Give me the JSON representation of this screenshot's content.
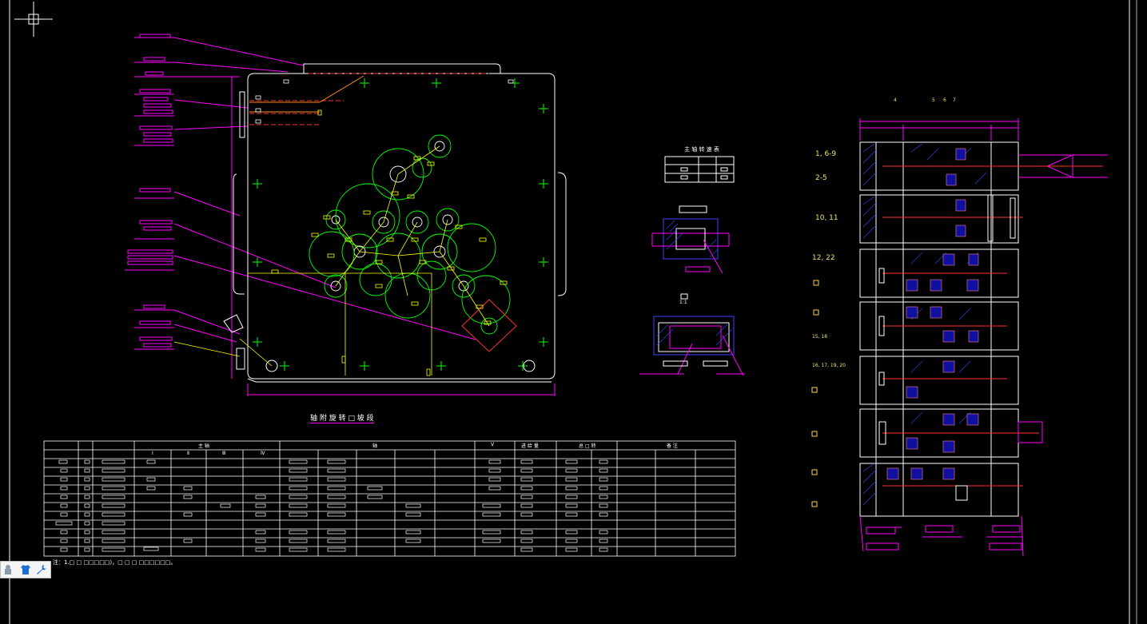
{
  "app": {
    "title": "CAD drawing viewer"
  },
  "colors": {
    "background": "#000000",
    "magenta": "#ff00ff",
    "yellow": "#ffff00",
    "green": "#00ff00",
    "red": "#ff3030",
    "white": "#ffffff",
    "blue": "#1010a0"
  },
  "drawing": {
    "center_title": "轴 附 旋 转 □ 坡 段",
    "table_note": "注：1.□ □ □□□□□)，□ □ □ □□□□□□。",
    "small_table_title": "主 轴 转 速 表",
    "scale_label": "1:1",
    "right_top_labels": [
      "4",
      "5",
      "6",
      "7"
    ],
    "right_section_labels": [
      "1, 6-9",
      "2-5",
      "10, 11",
      "12, 22",
      "15, 18",
      "16, 17, 19, 20"
    ]
  },
  "table": {
    "headers": [
      "Ⅰ",
      "Ⅱ",
      "Ⅲ",
      "Ⅳ"
    ],
    "group_headers": [
      "主 轴",
      "轴",
      "Ⅴ",
      "进 给 量",
      "总 □ 转",
      "备 注"
    ]
  },
  "toolbar": {
    "items": [
      {
        "name": "layers-icon"
      },
      {
        "name": "shirt-icon"
      },
      {
        "name": "wrench-icon"
      }
    ]
  }
}
